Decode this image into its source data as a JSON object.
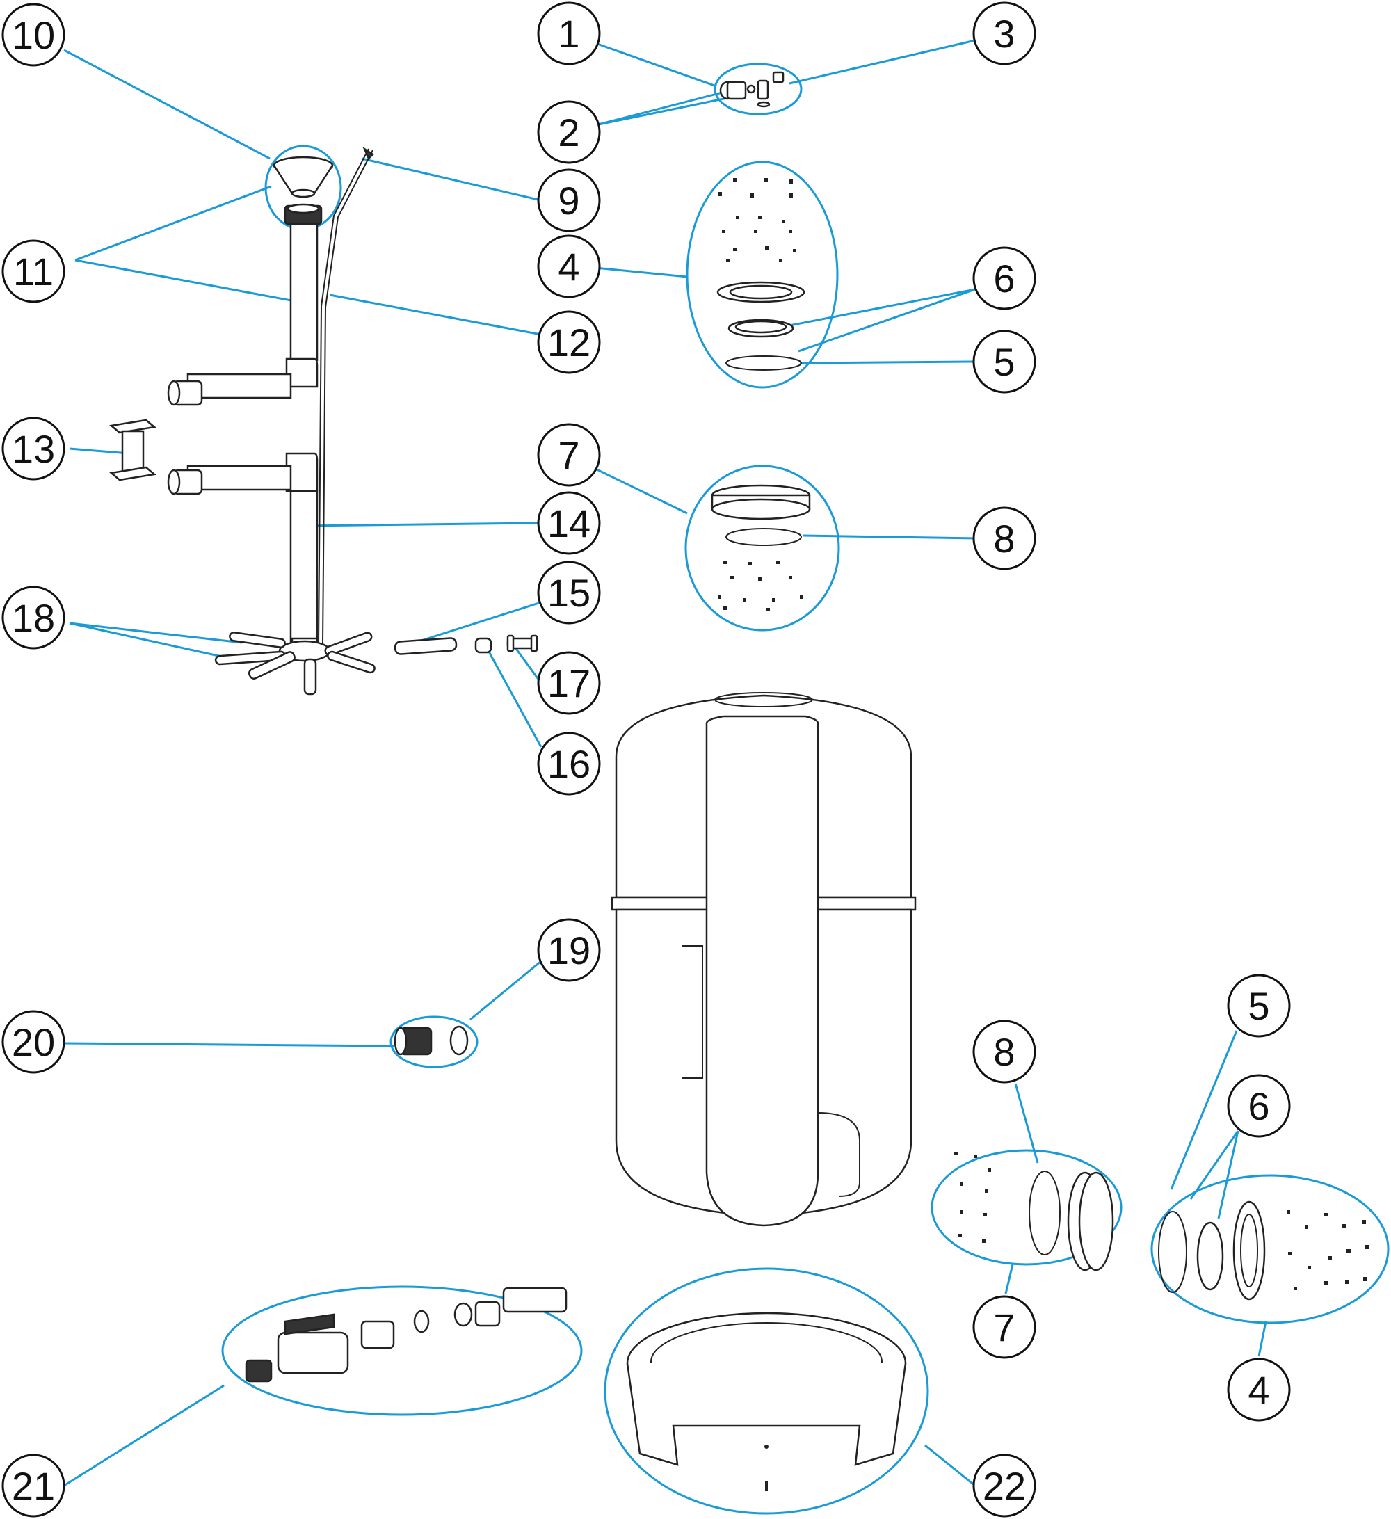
{
  "diagram": {
    "type": "exploded-parts-diagram",
    "accent_color": "#1a9ad6",
    "callouts": [
      {
        "id": "c1",
        "label": "1"
      },
      {
        "id": "c2",
        "label": "2"
      },
      {
        "id": "c3",
        "label": "3"
      },
      {
        "id": "c4",
        "label": "4"
      },
      {
        "id": "c5",
        "label": "5"
      },
      {
        "id": "c6",
        "label": "6"
      },
      {
        "id": "c7",
        "label": "7"
      },
      {
        "id": "c8",
        "label": "8"
      },
      {
        "id": "c9",
        "label": "9"
      },
      {
        "id": "c10",
        "label": "10"
      },
      {
        "id": "c11",
        "label": "11"
      },
      {
        "id": "c12",
        "label": "12"
      },
      {
        "id": "c13",
        "label": "13"
      },
      {
        "id": "c14",
        "label": "14"
      },
      {
        "id": "c15",
        "label": "15"
      },
      {
        "id": "c16",
        "label": "16"
      },
      {
        "id": "c17",
        "label": "17"
      },
      {
        "id": "c18",
        "label": "18"
      },
      {
        "id": "c19",
        "label": "19"
      },
      {
        "id": "c20",
        "label": "20"
      },
      {
        "id": "c21",
        "label": "21"
      },
      {
        "id": "c22",
        "label": "22"
      },
      {
        "id": "c4b",
        "label": "4"
      },
      {
        "id": "c5b",
        "label": "5"
      },
      {
        "id": "c6b",
        "label": "6"
      },
      {
        "id": "c7b",
        "label": "7"
      },
      {
        "id": "c8b",
        "label": "8"
      }
    ]
  }
}
